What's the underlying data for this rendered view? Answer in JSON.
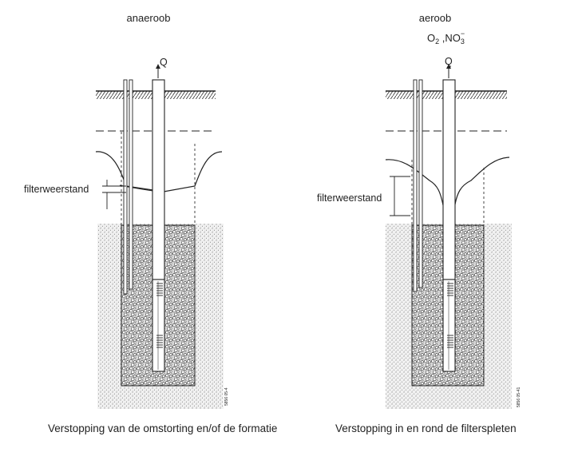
{
  "left": {
    "condition": "anaeroob",
    "flow_label": "Q",
    "annotation": "filterweerstand",
    "code": "5856 05-4",
    "caption": "Verstopping van de omstorting en/of de formatie"
  },
  "right": {
    "condition": "aeroob",
    "chem_o2": "O",
    "chem_o2_sub": "2",
    "chem_sep": " ,NO",
    "chem_no3_sub": "3",
    "chem_no3_sup": "−",
    "flow_label": "Q",
    "annotation": "filterweerstand",
    "code": "5856 05-41",
    "caption": "Verstopping in en rond de filterspleten"
  }
}
